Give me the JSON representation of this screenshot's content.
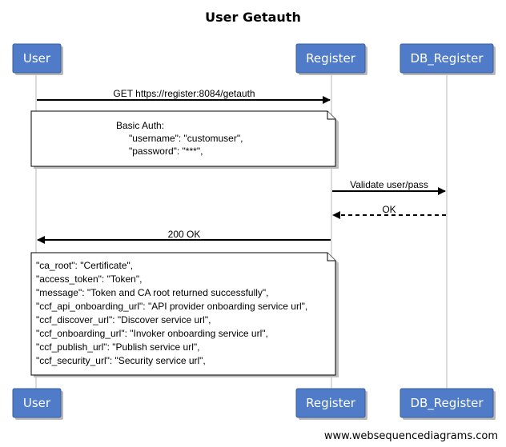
{
  "title": "User Getauth",
  "actors": [
    "User",
    "Register",
    "DB_Register"
  ],
  "messages": [
    {
      "label": "GET https://register:8084/getauth",
      "style": "solid"
    },
    {
      "label": "Validate user/pass",
      "style": "solid"
    },
    {
      "label": "OK",
      "style": "dashed"
    },
    {
      "label": "200 OK",
      "style": "solid"
    }
  ],
  "notes": [
    {
      "lines": [
        "Basic Auth:",
        "\"username\": \"customuser\",",
        "\"password\": \"***\","
      ]
    },
    {
      "lines": [
        "\"ca_root\": \"Certificate\",",
        "\"access_token\": \"Token\",",
        "\"message\": \"Token and CA root returned successfully\",",
        "\"ccf_api_onboarding_url\": \"API provider onboarding service url\",",
        "\"ccf_discover_url\": \"Discover service url\",",
        "\"ccf_onboarding_url\": \"Invoker onboarding service url\",",
        "\"ccf_publish_url\": \"Publish service url\",",
        "\"ccf_security_url\": \"Security service url\","
      ]
    }
  ],
  "footer": "www.websequencediagrams.com",
  "colors": {
    "actor_fill": "#4f7bc8",
    "actor_text": "#ffffff",
    "lifeline": "#c8c8c8"
  }
}
